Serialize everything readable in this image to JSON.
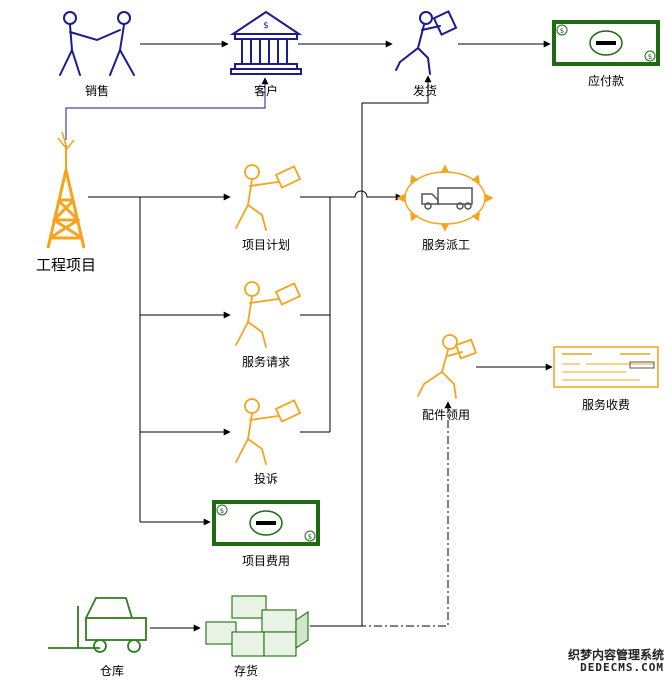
{
  "nodes": {
    "sales": "销售",
    "customer": "客户",
    "shipping": "发货",
    "payable": "应付款",
    "project": "工程项目",
    "project_plan": "项目计划",
    "service_dispatch": "服务派工",
    "service_request": "服务请求",
    "parts_requisition": "配件领用",
    "service_charge": "服务收费",
    "complaint": "投诉",
    "project_cost": "项目费用",
    "warehouse": "仓库",
    "inventory": "存货"
  },
  "watermark": {
    "line1": "织梦内容管理系统",
    "line2": "DEDECMS.COM"
  },
  "colors": {
    "blue_icon": "#1c1c8c",
    "orange_icon": "#f7a31c",
    "green_icon": "#2e7d1e",
    "money_green": "#1f6b14",
    "connector": "#000000"
  }
}
